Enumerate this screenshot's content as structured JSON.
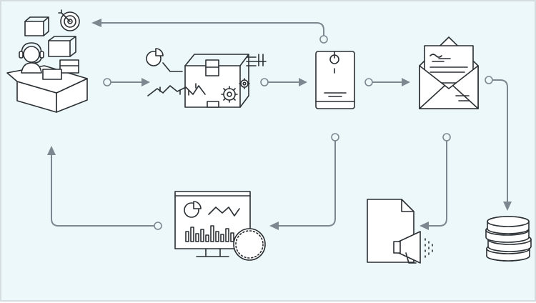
{
  "diagram": {
    "nodes": [
      {
        "id": "warehouse",
        "icon": "warehouse-support-icon"
      },
      {
        "id": "production",
        "icon": "package-production-icon"
      },
      {
        "id": "device",
        "icon": "tag-device-icon"
      },
      {
        "id": "mail",
        "icon": "email-envelope-icon"
      },
      {
        "id": "analytics",
        "icon": "analytics-monitor-icon"
      },
      {
        "id": "promotion",
        "icon": "document-megaphone-icon"
      },
      {
        "id": "revenue",
        "icon": "coin-stack-icon"
      }
    ],
    "colors": {
      "background": "#edf8fa",
      "connector": "#7c8790",
      "icon_stroke": "#2a2f33"
    }
  }
}
